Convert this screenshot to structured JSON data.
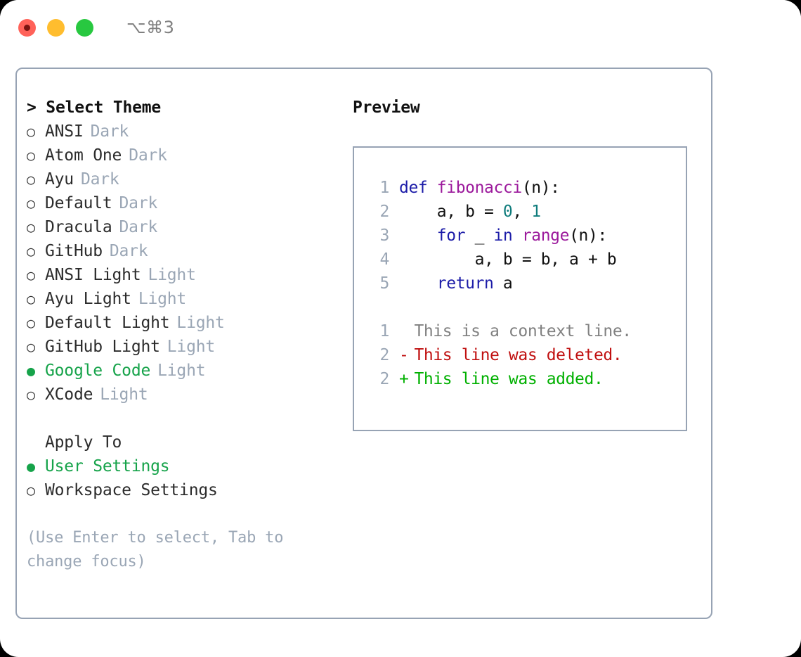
{
  "titlebar": {
    "shortcut": "⌥⌘3",
    "buttons": [
      {
        "name": "close",
        "color": "#ff6259"
      },
      {
        "name": "minimize",
        "color": "#ffbd2e"
      },
      {
        "name": "maximize",
        "color": "#28c840"
      }
    ]
  },
  "theme_picker": {
    "header": "> Select Theme",
    "options": [
      {
        "marker": "○",
        "label": "ANSI",
        "tag": "Dark",
        "selected": false
      },
      {
        "marker": "○",
        "label": "Atom One",
        "tag": "Dark",
        "selected": false
      },
      {
        "marker": "○",
        "label": "Ayu",
        "tag": "Dark",
        "selected": false
      },
      {
        "marker": "○",
        "label": "Default",
        "tag": "Dark",
        "selected": false
      },
      {
        "marker": "○",
        "label": "Dracula",
        "tag": "Dark",
        "selected": false
      },
      {
        "marker": "○",
        "label": "GitHub",
        "tag": "Dark",
        "selected": false
      },
      {
        "marker": "○",
        "label": "ANSI Light",
        "tag": "Light",
        "selected": false
      },
      {
        "marker": "○",
        "label": "Ayu Light",
        "tag": "Light",
        "selected": false
      },
      {
        "marker": "○",
        "label": "Default Light",
        "tag": "Light",
        "selected": false
      },
      {
        "marker": "○",
        "label": "GitHub Light",
        "tag": "Light",
        "selected": false
      },
      {
        "marker": "●",
        "label": "Google Code",
        "tag": "Light",
        "selected": true
      },
      {
        "marker": "○",
        "label": "XCode",
        "tag": "Light",
        "selected": false
      }
    ]
  },
  "apply_to": {
    "header": "Apply To",
    "options": [
      {
        "marker": "●",
        "label": "User Settings",
        "selected": true
      },
      {
        "marker": "○",
        "label": "Workspace Settings",
        "selected": false
      }
    ]
  },
  "hint": "(Use Enter to select, Tab to change focus)",
  "preview": {
    "title": "Preview",
    "code_lines": [
      {
        "no": "1",
        "tokens": [
          {
            "t": "def ",
            "c": "k"
          },
          {
            "t": "fibonacci",
            "c": "fn"
          },
          {
            "t": "(n):",
            "c": "tx"
          }
        ]
      },
      {
        "no": "2",
        "tokens": [
          {
            "t": "    a, b = ",
            "c": "tx"
          },
          {
            "t": "0",
            "c": "nu"
          },
          {
            "t": ", ",
            "c": "tx"
          },
          {
            "t": "1",
            "c": "nu"
          }
        ]
      },
      {
        "no": "3",
        "tokens": [
          {
            "t": "    ",
            "c": "tx"
          },
          {
            "t": "for",
            "c": "k"
          },
          {
            "t": " _ ",
            "c": "tx"
          },
          {
            "t": "in",
            "c": "k"
          },
          {
            "t": " ",
            "c": "tx"
          },
          {
            "t": "range",
            "c": "fn"
          },
          {
            "t": "(n):",
            "c": "tx"
          }
        ]
      },
      {
        "no": "4",
        "tokens": [
          {
            "t": "        a, b = b, a + b",
            "c": "tx"
          }
        ]
      },
      {
        "no": "5",
        "tokens": [
          {
            "t": "    ",
            "c": "tx"
          },
          {
            "t": "return",
            "c": "k"
          },
          {
            "t": " a",
            "c": "tx"
          }
        ]
      }
    ],
    "diff_lines": [
      {
        "no": "1",
        "sign": " ",
        "text": "This is a context line.",
        "kind": "d-ctx"
      },
      {
        "no": "2",
        "sign": "-",
        "text": "This line was deleted.",
        "kind": "d-del"
      },
      {
        "no": "2",
        "sign": "+",
        "text": "This line was added.",
        "kind": "d-add"
      }
    ]
  },
  "colors": {
    "accent_green": "#16a34a",
    "muted": "#9aa6b5",
    "border": "#97a3b4",
    "keyword": "#1c1ca8",
    "function": "#9c1a9c",
    "number": "#0f7c7c",
    "diff_deleted": "#c01010",
    "diff_added": "#00b000"
  }
}
